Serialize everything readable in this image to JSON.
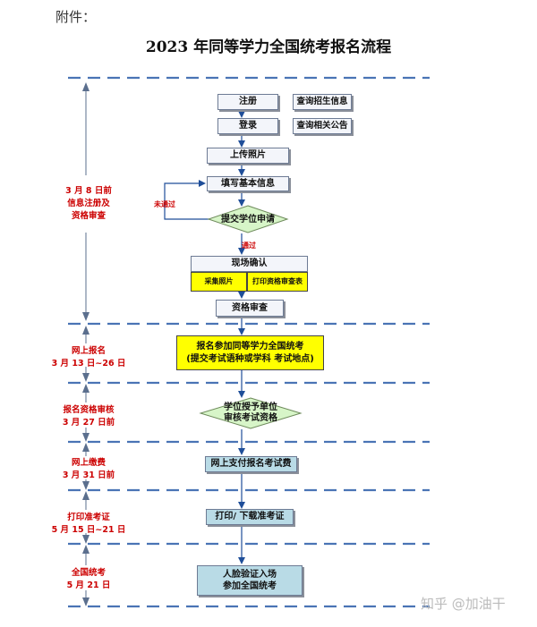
{
  "header": {
    "attachment": "附件：",
    "title": "2023 年同等学力全国统考报名流程"
  },
  "phases": [
    {
      "line1": "3 月 8 日前",
      "line2": "信息注册及",
      "line3": "资格审查"
    },
    {
      "line1": "网上报名",
      "line2": "3 月 13 日~26 日"
    },
    {
      "line1": "报名资格审核",
      "line2": "3 月 27 日前"
    },
    {
      "line1": "网上缴费",
      "line2": "3 月 31 日前"
    },
    {
      "line1": "打印准考证",
      "line2": "5 月 15 日~21 日"
    },
    {
      "line1": "全国统考",
      "line2": "5 月 21 日"
    }
  ],
  "steps": {
    "register": "注册",
    "login": "登录",
    "query_admission": "查询招生信息",
    "query_notice": "查询相关公告",
    "upload_photo": "上传照片",
    "fill_info": "填写基本信息",
    "submit_degree": "提交学位申请",
    "not_passed": "未通过",
    "passed": "通过",
    "onsite_confirm": "现场确认",
    "collect_photo": "采集照片",
    "print_form": "打印资格审查表",
    "qualification_review": "资格审查",
    "apply_line1": "报名参加同等学力全国统考",
    "apply_line2": "(提交考试语种或学科  考试地点)",
    "univ_review_line1": "学位授予单位",
    "univ_review_line2": "审核考试资格",
    "pay_fee": "网上支付报名考试费",
    "print_ticket": "打印/ 下载准考证",
    "exam_line1": "人脸验证入场",
    "exam_line2": "参加全国统考"
  },
  "watermark": "知乎 @加油干"
}
